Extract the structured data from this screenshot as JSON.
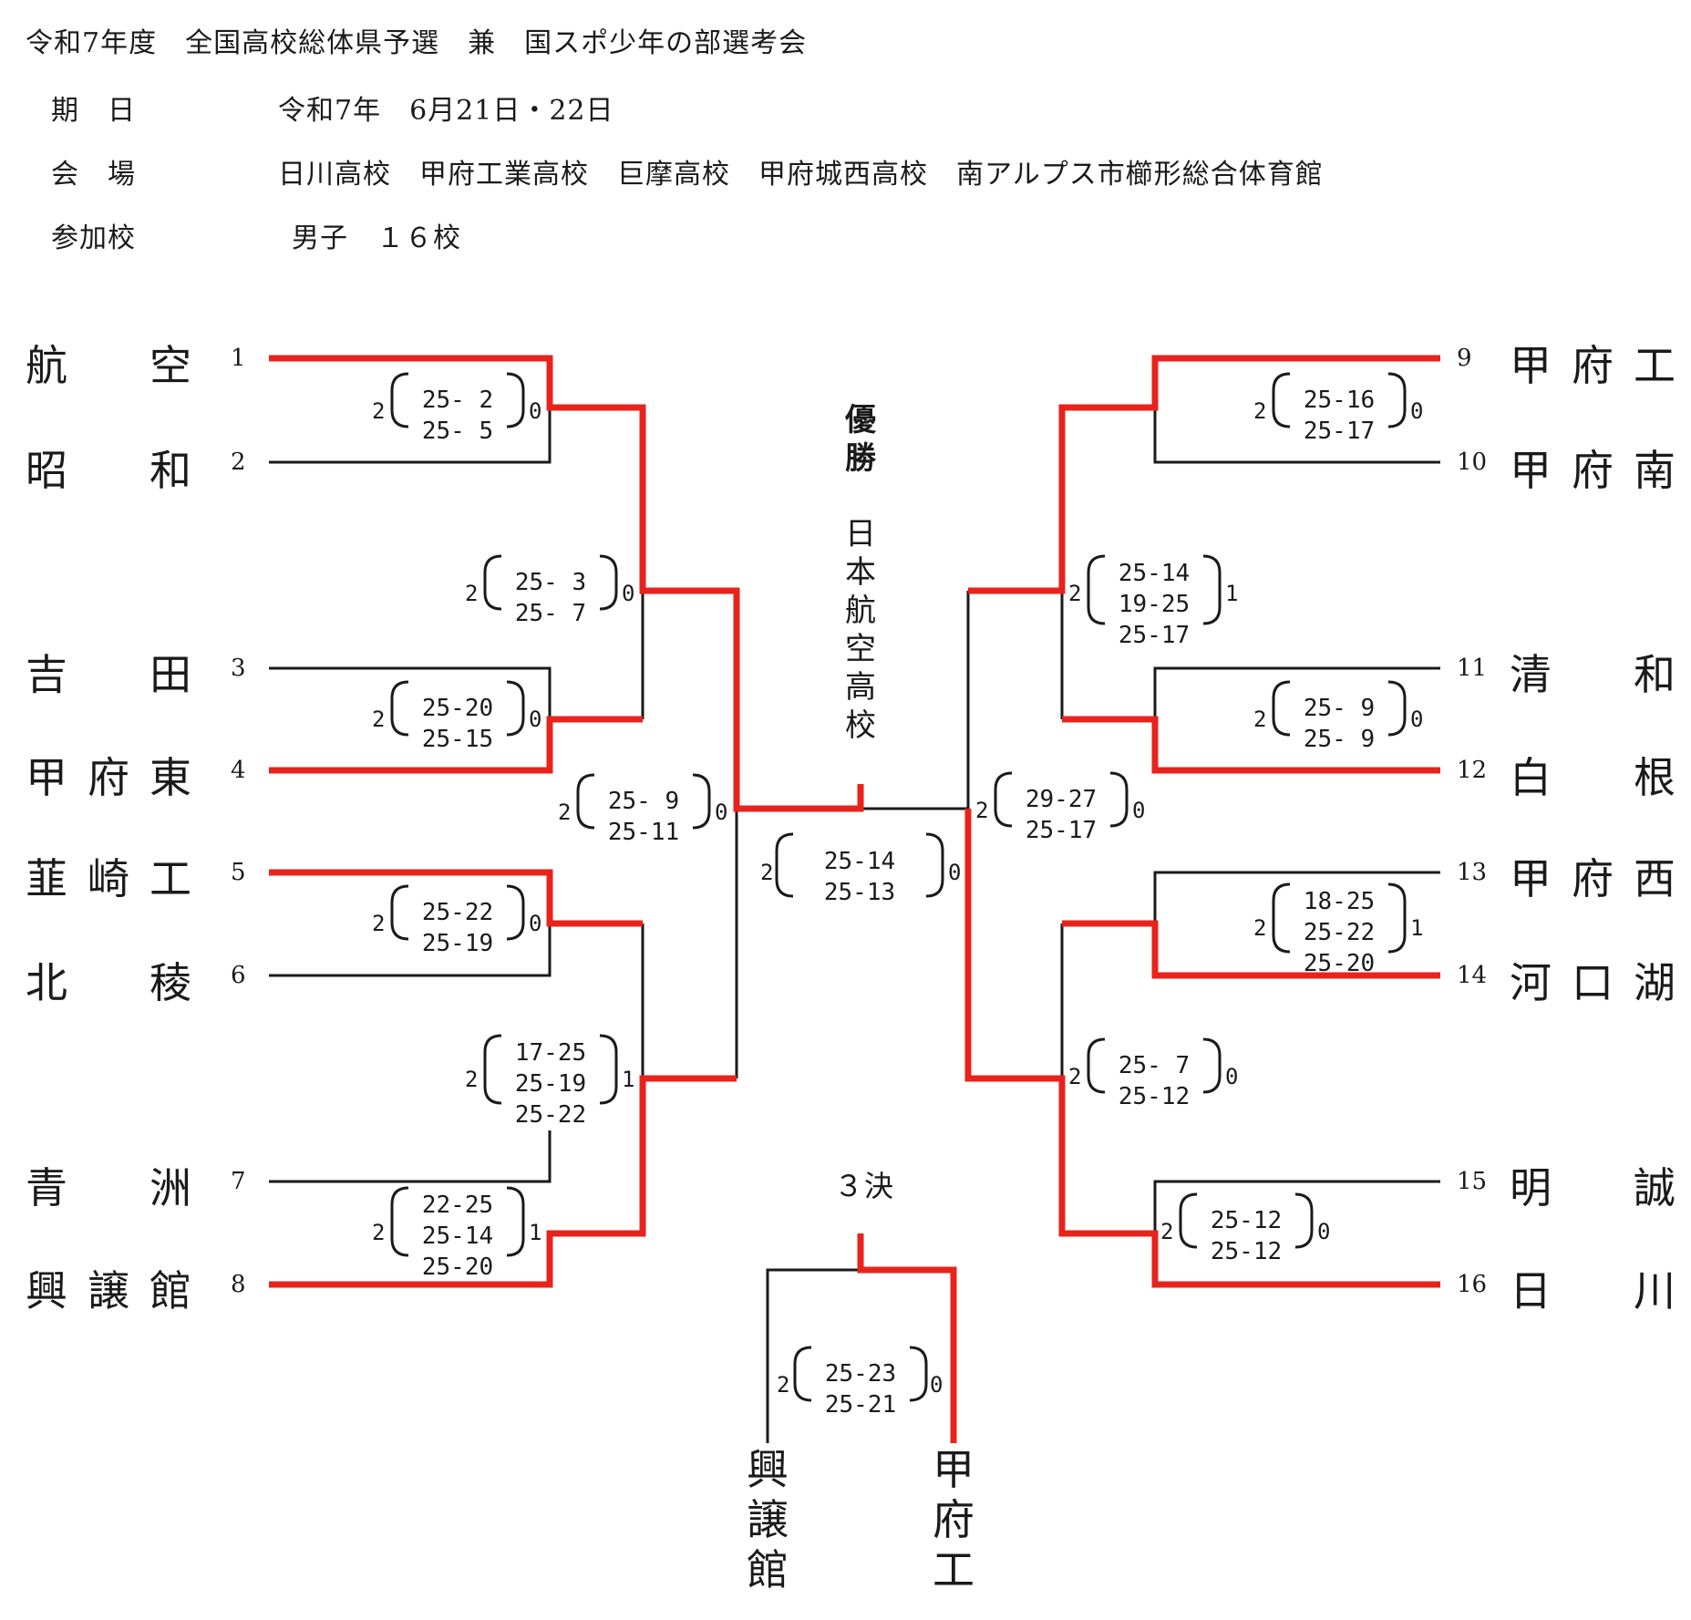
{
  "header": {
    "title": "令和7年度　全国高校総体県予選　兼　国スポ少年の部選考会",
    "date_label": "期　日",
    "date_value": "令和7年　6月21日・22日",
    "venue_label": "会　場",
    "venue_value": "日川高校　甲府工業高校　巨摩高校　甲府城西高校　南アルプス市櫛形総合体育館",
    "schools_label": "参加校",
    "schools_value": "男子　１６校"
  },
  "teams_left": [
    {
      "seed": "1",
      "name": "航空"
    },
    {
      "seed": "2",
      "name": "昭和"
    },
    {
      "seed": "3",
      "name": "吉田"
    },
    {
      "seed": "4",
      "name": "甲府東"
    },
    {
      "seed": "5",
      "name": "韮崎工"
    },
    {
      "seed": "6",
      "name": "北稜"
    },
    {
      "seed": "7",
      "name": "青洲"
    },
    {
      "seed": "8",
      "name": "興譲館"
    }
  ],
  "teams_right": [
    {
      "seed": "9",
      "name": "甲府工"
    },
    {
      "seed": "10",
      "name": "甲府南"
    },
    {
      "seed": "11",
      "name": "清和"
    },
    {
      "seed": "12",
      "name": "白根"
    },
    {
      "seed": "13",
      "name": "甲府西"
    },
    {
      "seed": "14",
      "name": "河口湖"
    },
    {
      "seed": "15",
      "name": "明誠"
    },
    {
      "seed": "16",
      "name": "日川"
    }
  ],
  "matches": {
    "m1": {
      "w": "2",
      "l": "0",
      "scores": "25- 2\n25- 5"
    },
    "m2": {
      "w": "2",
      "l": "0",
      "scores": "25-20\n25-15"
    },
    "m3": {
      "w": "2",
      "l": "0",
      "scores": "25-22\n25-19"
    },
    "m4": {
      "w": "2",
      "l": "1",
      "scores": "22-25\n25-14\n25-20"
    },
    "m5": {
      "w": "2",
      "l": "0",
      "scores": "25- 3\n25- 7"
    },
    "m6": {
      "w": "2",
      "l": "1",
      "scores": "17-25\n25-19\n25-22"
    },
    "m7": {
      "w": "2",
      "l": "0",
      "scores": "25- 9\n25-11"
    },
    "m8": {
      "w": "2",
      "l": "0",
      "scores": "25-16\n25-17"
    },
    "m9": {
      "w": "2",
      "l": "0",
      "scores": "25- 9\n25- 9"
    },
    "m10": {
      "w": "2",
      "l": "1",
      "scores": "18-25\n25-22\n25-20"
    },
    "m11": {
      "w": "2",
      "l": "0",
      "scores": "25-12\n25-12"
    },
    "m12": {
      "w": "2",
      "l": "1",
      "scores": "25-14\n19-25\n25-17"
    },
    "m13": {
      "w": "2",
      "l": "0",
      "scores": "25- 7\n25-12"
    },
    "m14": {
      "w": "2",
      "l": "0",
      "scores": "29-27\n25-17"
    },
    "final": {
      "w": "2",
      "l": "0",
      "scores": "25-14\n25-13"
    },
    "third": {
      "w": "2",
      "l": "0",
      "scores": "25-23\n25-21"
    }
  },
  "champion_label": "優勝",
  "champion": "日本航空高校",
  "third_place_label": "３決",
  "third_left": "興譲館",
  "third_right": "甲府工",
  "colors": {
    "win": "#e8231c",
    "line": "#1a1a1a"
  }
}
